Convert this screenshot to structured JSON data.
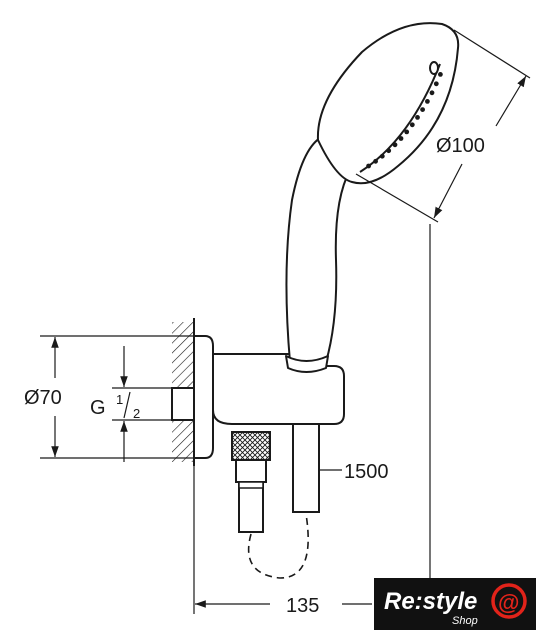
{
  "dimensions": {
    "head_diameter": "Ø100",
    "outlet_diameter": "Ø70",
    "thread_prefix": "G",
    "thread_numerator": "1",
    "thread_denominator": "2",
    "hose_length": "1500",
    "projection": "135"
  },
  "logo": {
    "brand": "Re:style",
    "sub": "Shop",
    "mark": "@"
  },
  "colors": {
    "line": "#1a1a1a",
    "logo_bg": "#111111",
    "logo_accent": "#e2231a"
  }
}
